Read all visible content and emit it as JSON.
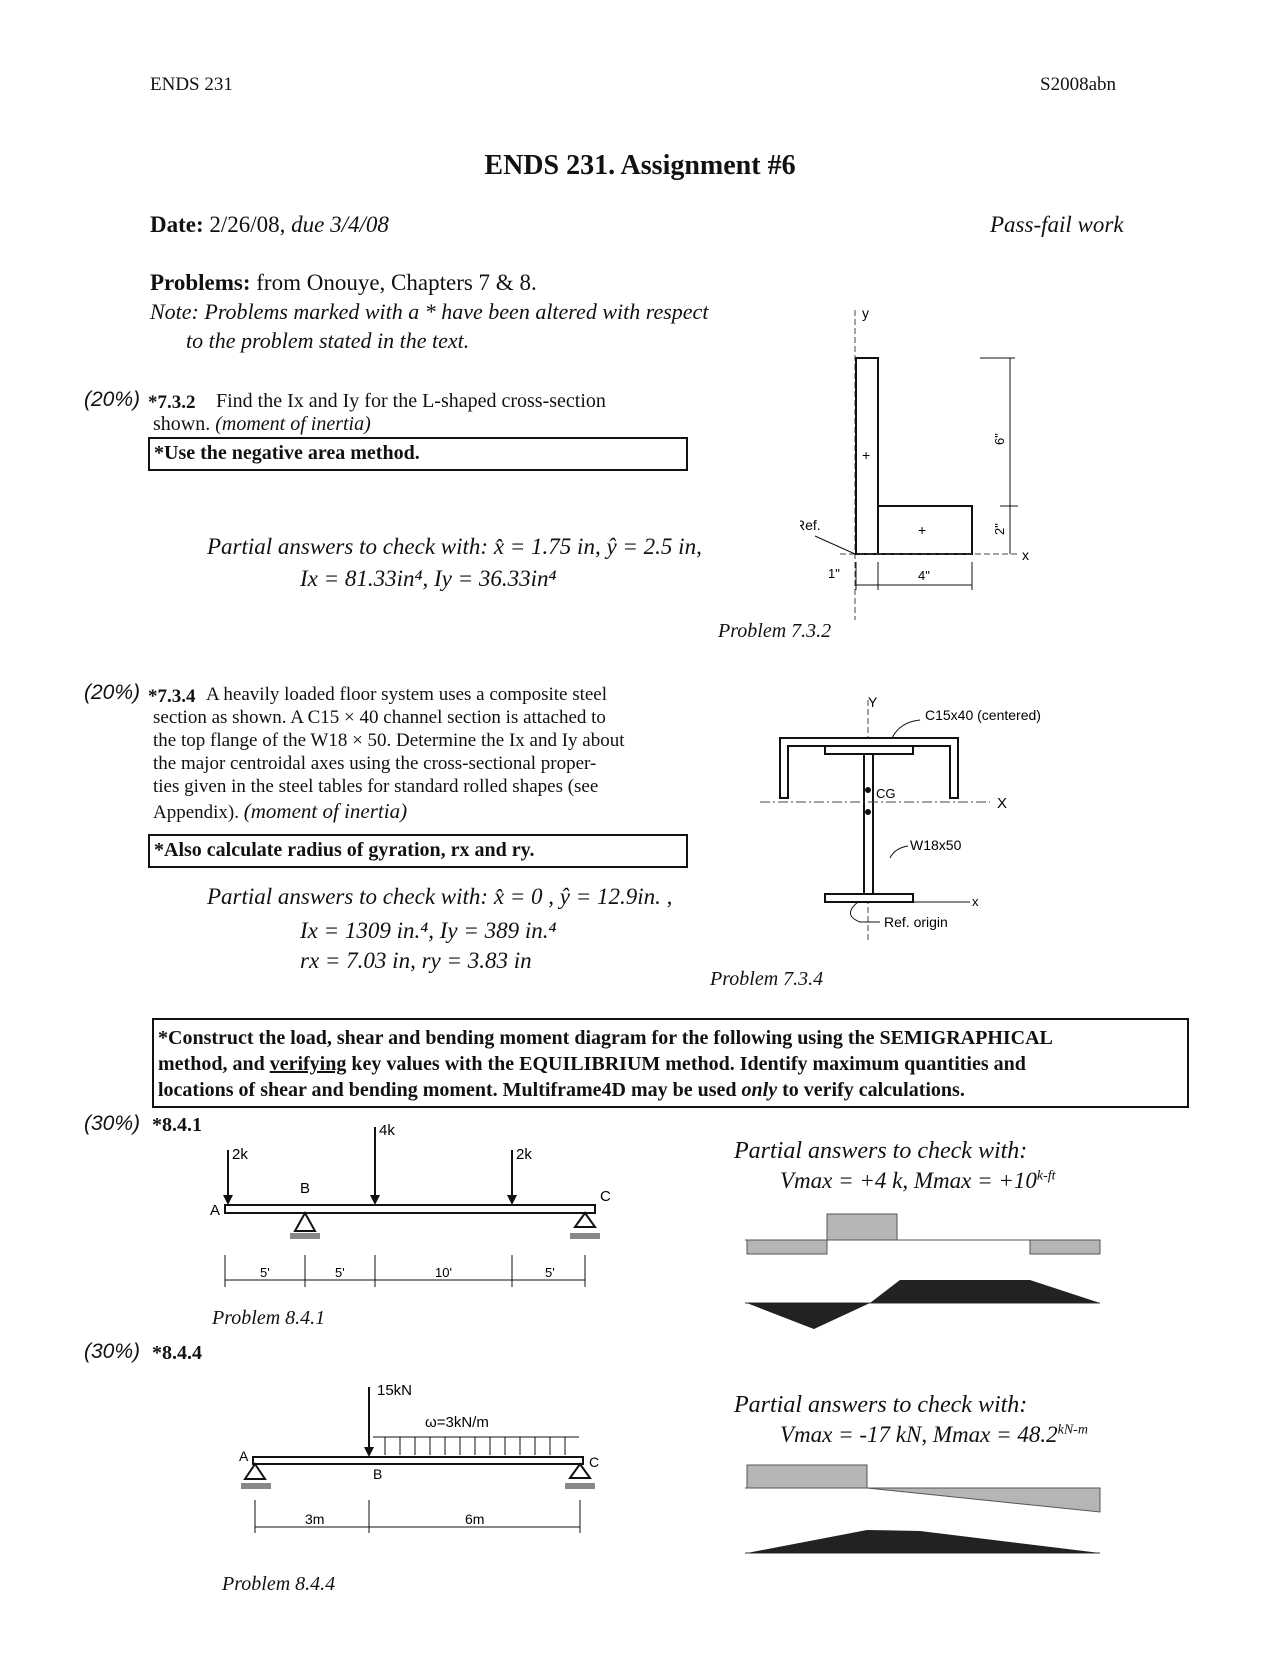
{
  "header": {
    "course": "ENDS 231",
    "code": "S2008abn"
  },
  "title": "ENDS 231.  Assignment #6",
  "date": {
    "label": "Date:",
    "value": "2/26/08,",
    "due": "due 3/4/08",
    "grading": "Pass-fail work"
  },
  "problems": {
    "label": "Problems:",
    "source": "from Onouye, Chapters 7 & 8.",
    "note_line1": "Note:  Problems marked with a * have been altered with respect",
    "note_line2": "to the problem stated in the text."
  },
  "p732": {
    "weight": "(20%)",
    "number": "*7.3.2",
    "text_line1": "Find the Ix and Iy for the L-shaped cross-section",
    "text_line2": "shown.",
    "topic": "(moment of inertia)",
    "boxed": "*Use the negative area method.",
    "answers_line1": "Partial answers to check with:  x̂ = 1.75  in,  ŷ = 2.5  in,",
    "answers_line2": "Ix = 81.33in⁴, Iy = 36.33in⁴",
    "caption": "Problem 7.3.2",
    "figure": {
      "y_label": "y",
      "x_label": "x",
      "ref_label": "Ref.",
      "dim_6": "6\"",
      "dim_2": "2\"",
      "dim_1": "1\"",
      "dim_4": "4\""
    }
  },
  "p734": {
    "weight": "(20%)",
    "number": "*7.3.4",
    "text_lines": [
      "A heavily loaded floor system uses a composite steel",
      "section as shown. A C15 × 40 channel section is attached to",
      "the top flange of the W18 × 50. Determine the Ix and Iy about",
      "the major centroidal axes using the cross-sectional proper-",
      "ties given in the steel tables for standard rolled shapes (see"
    ],
    "text_last": "Appendix).",
    "topic": "(moment of inertia)",
    "boxed": "*Also calculate radius of gyration, rx and ry.",
    "answers_line1": "Partial answers to check with:  x̂ = 0 ,  ŷ = 12.9in. ,",
    "answers_line2": "Ix = 1309 in.⁴, Iy = 389 in.⁴",
    "answers_line3": "rx = 7.03 in, ry = 3.83 in",
    "caption": "Problem 7.3.4",
    "figure": {
      "Y": "Y",
      "channel": "C15x40 (centered)",
      "X": "X",
      "cg": "CG",
      "wide": "W18x50",
      "x": "x",
      "ref": "Ref. origin"
    }
  },
  "semigraphical": {
    "line1": "*Construct the load, shear and bending moment diagram for the following using the SEMIGRAPHICAL",
    "line2_a": "method, and ",
    "line2_u": "verifying",
    "line2_b": " key values with the EQUILIBRIUM method.  Identify maximum quantities and",
    "line3_a": "locations of shear and bending moment.  Multiframe4D may be used ",
    "line3_i": "only",
    "line3_b": " to verify calculations."
  },
  "p841": {
    "weight": "(30%)",
    "number": "*8.4.1",
    "caption": "Problem 8.4.1",
    "figure": {
      "load1": "2k",
      "load2": "4k",
      "load3": "2k",
      "A": "A",
      "B": "B",
      "C": "C",
      "d1": "5'",
      "d2": "5'",
      "d3": "10'",
      "d4": "5'"
    },
    "answers_title": "Partial answers to check with:",
    "vmax": "Vmax = +4 k,",
    "mmax": "Mmax = +10",
    "munit": "k-ft",
    "shear": [
      -1,
      2,
      0,
      -1
    ],
    "moment": [
      0,
      -5,
      5,
      5,
      0
    ]
  },
  "p844": {
    "weight": "(30%)",
    "number": "*8.4.4",
    "caption": "Problem 8.4.4",
    "figure": {
      "load": "15kN",
      "w": "ω=3kN/m",
      "A": "A",
      "B": "B",
      "C": "C",
      "d1": "3m",
      "d2": "6m"
    },
    "answers_title": "Partial answers to check with:",
    "vmax": "Vmax = -17 kN,",
    "mmax": "Mmax = 48.2",
    "munit": "kN-m"
  }
}
